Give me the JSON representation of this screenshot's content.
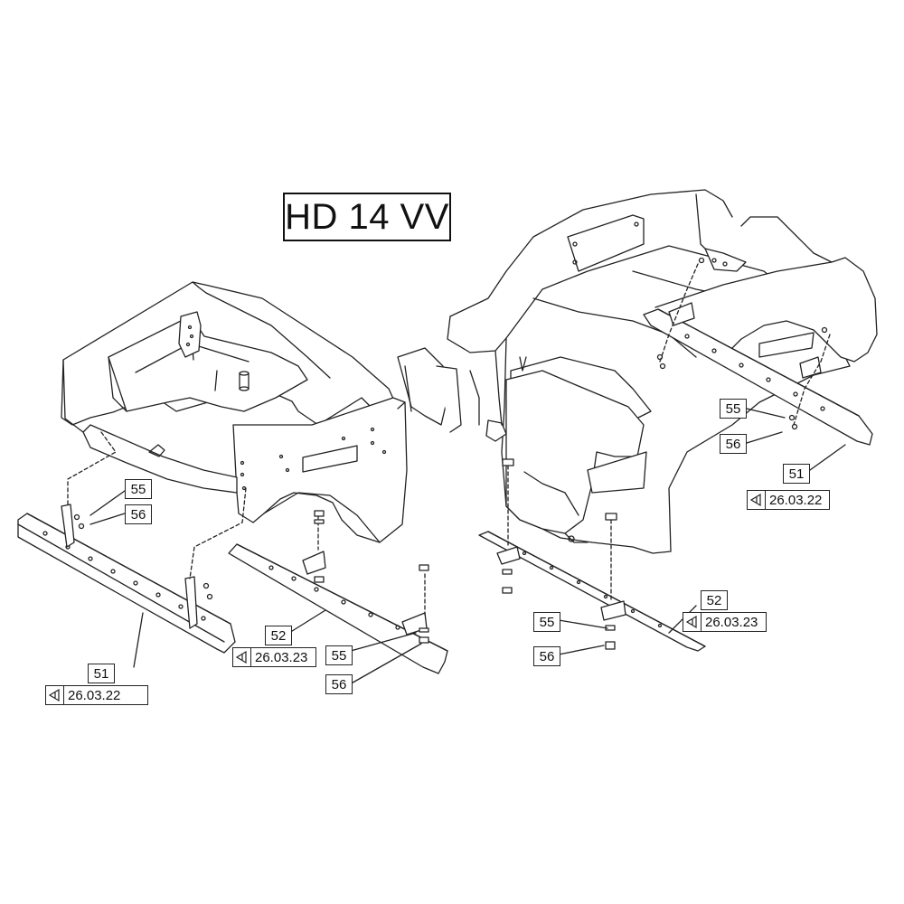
{
  "title": "HD 14 VV",
  "callouts": {
    "left_55": "55",
    "left_56": "56",
    "left_51": "51",
    "left_52": "52",
    "left_mid_55": "55",
    "left_mid_56": "56",
    "right_55a": "55",
    "right_56a": "56",
    "right_51": "51",
    "right_52": "52",
    "right_55b": "55",
    "right_56b": "56"
  },
  "refs": {
    "left_2603_22": "26.03.22",
    "left_2603_23": "26.03.23",
    "right_2603_22": "26.03.22",
    "right_2603_23": "26.03.23"
  },
  "icons": {
    "ref_icon": "page-reference-arrow-icon"
  }
}
